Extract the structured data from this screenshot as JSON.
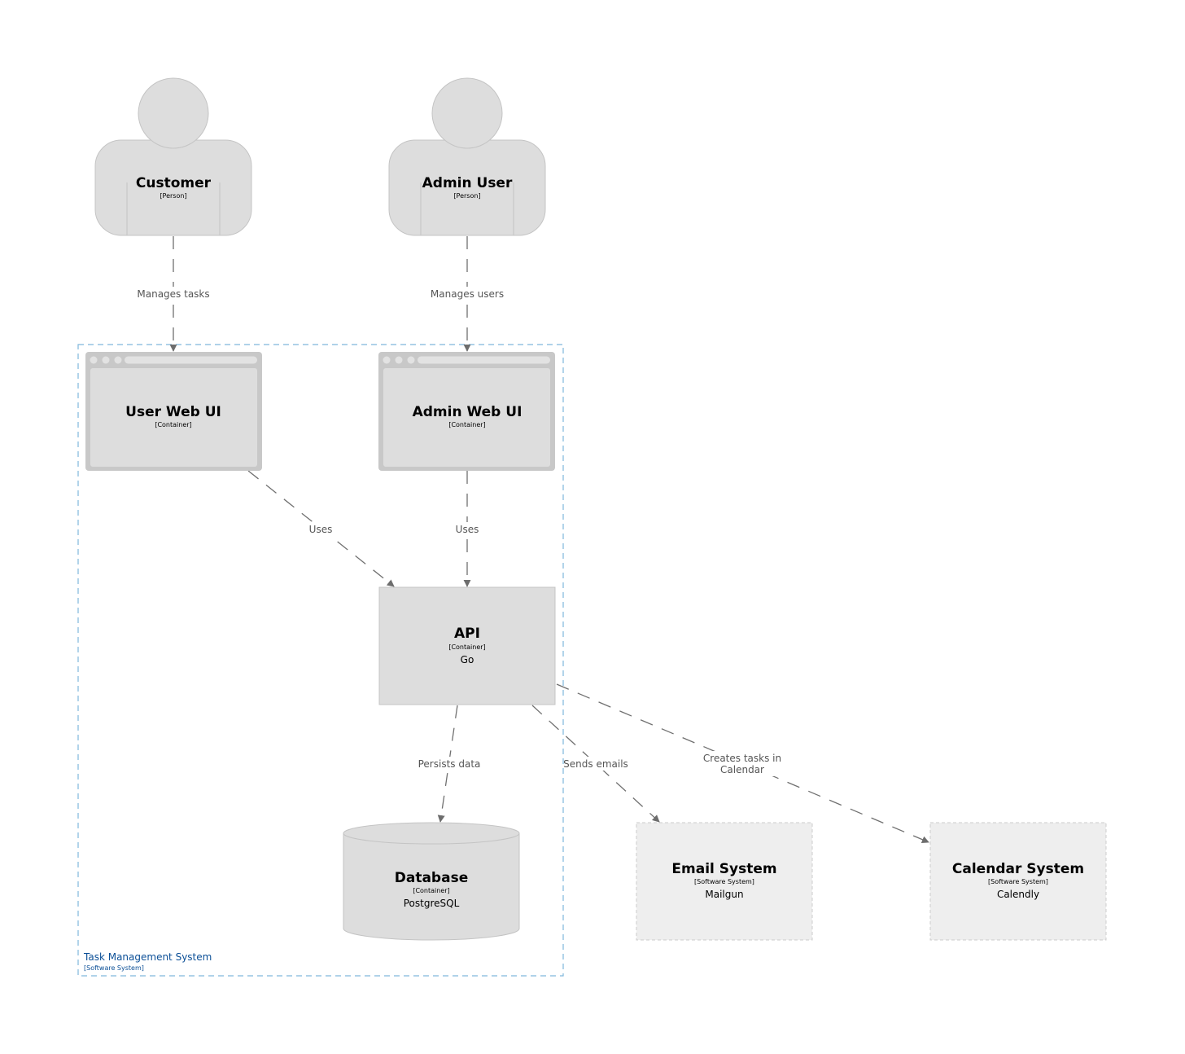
{
  "boundary": {
    "title": "Task Management System",
    "type": "[Software System]",
    "stroke": "#7fb8dc"
  },
  "persons": [
    {
      "title": "Customer",
      "type": "[Person]"
    },
    {
      "title": "Admin User",
      "type": "[Person]"
    }
  ],
  "containers": {
    "user_web_ui": {
      "title": "User Web UI",
      "type": "[Container]"
    },
    "admin_web_ui": {
      "title": "Admin Web UI",
      "type": "[Container]"
    },
    "api": {
      "title": "API",
      "type": "[Container]",
      "tech": "Go"
    },
    "database": {
      "title": "Database",
      "type": "[Container]",
      "tech": "PostgreSQL"
    }
  },
  "external_systems": {
    "email": {
      "title": "Email System",
      "type": "[Software System]",
      "tech": "Mailgun"
    },
    "calendar": {
      "title": "Calendar System",
      "type": "[Software System]",
      "tech": "Calendly"
    }
  },
  "relationships": [
    {
      "id": "customer-to-userweb",
      "label": "Manages tasks"
    },
    {
      "id": "admin-to-adminweb",
      "label": "Manages users"
    },
    {
      "id": "userweb-to-api",
      "label": "Uses"
    },
    {
      "id": "adminweb-to-api",
      "label": "Uses"
    },
    {
      "id": "api-to-db",
      "label": "Persists data"
    },
    {
      "id": "api-to-email",
      "label": "Sends emails"
    },
    {
      "id": "api-to-calendar",
      "label_line1": "Creates tasks in",
      "label_line2": "Calendar"
    }
  ],
  "colors": {
    "node_fill": "#dddddd",
    "node_stroke": "#c4c4c4",
    "external_fill": "#eeeeee",
    "edge": "#707070"
  }
}
